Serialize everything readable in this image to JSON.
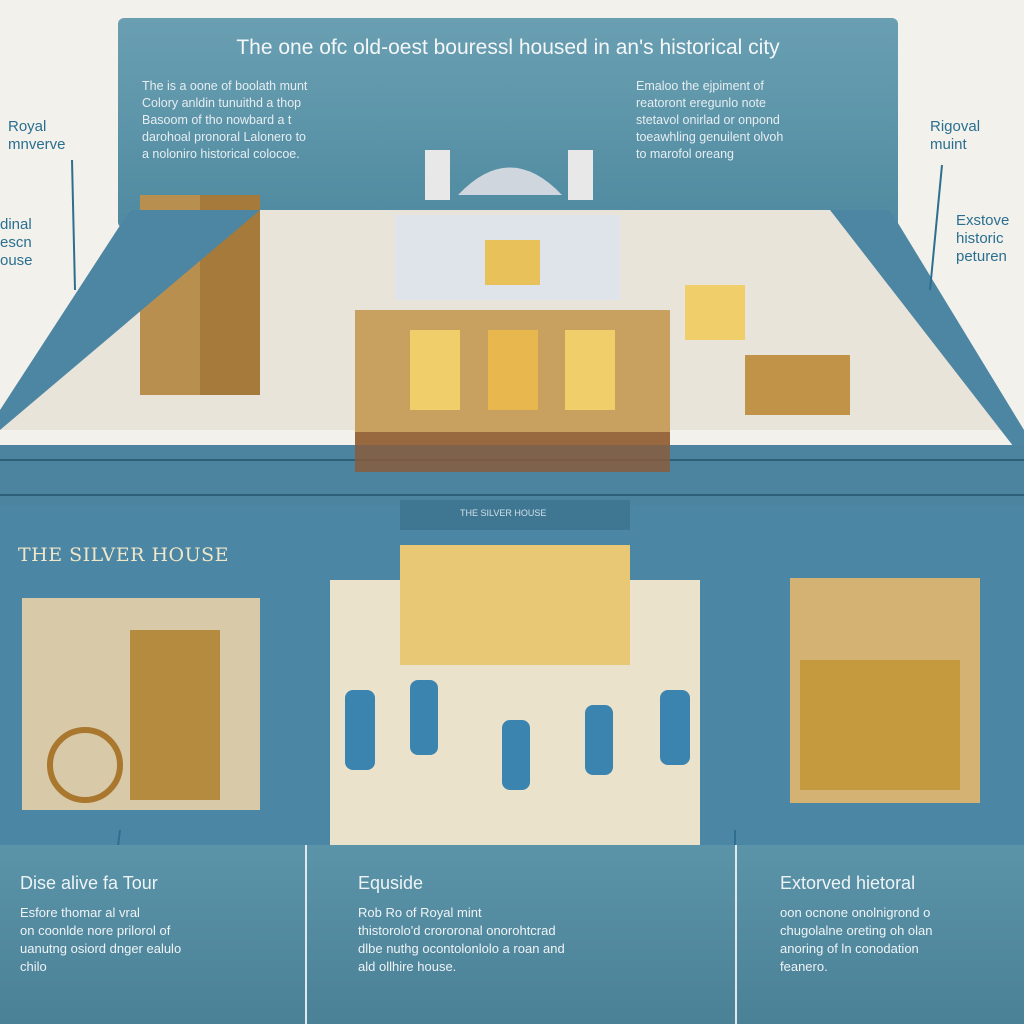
{
  "header": {
    "title": "The one ofc old-oest bouressl housed in an's historical city",
    "left_text": "The is a oone of boolath munt\nColory anldin tunuithd a thop\nBasoom of tho nowbard a t\ndarohoal pronoral Lalonero to\na noloniro historical colocoe.",
    "right_text": "Emaloo the ejpiment of\nreatoront eregunlo note\nstetavol onirlad or onpond\ntoeawhling genuilent olvoh\nto marofol oreang"
  },
  "side_labels": {
    "left_top": "Royal\nmnverve",
    "left_bottom": "dinal\nescn\nouse",
    "right_top": "Rigoval\nmuint",
    "right_bottom": "Exstove\nhistoric\npeturen"
  },
  "building": {
    "sign": "THE SILVER HOUSE",
    "entrance_sign": "THE SILVER HOUSE"
  },
  "footer": {
    "columns": [
      {
        "heading": "Dise alive fa Tour",
        "body": "Esfore thomar al vral\non coonlde nore prilorol of\nuanutng osiord dnger ealulo\nchilo"
      },
      {
        "heading": "Equside",
        "body": "Rob Ro of Royal mint\nthistorolo'd crororonal onorohtcrad\ndlbe nuthg ocontolonlolo a roan and\nald ollhire house."
      },
      {
        "heading": "Extorved hietoral",
        "body": "oon ocnone onolnigrond o\nchugolalne oreting oh olan\nanoring of ln conodation\nfeanero."
      }
    ]
  },
  "colors": {
    "accent": "#4f8aa0",
    "wall": "#4d86a3",
    "gold": "#c9a24a"
  }
}
